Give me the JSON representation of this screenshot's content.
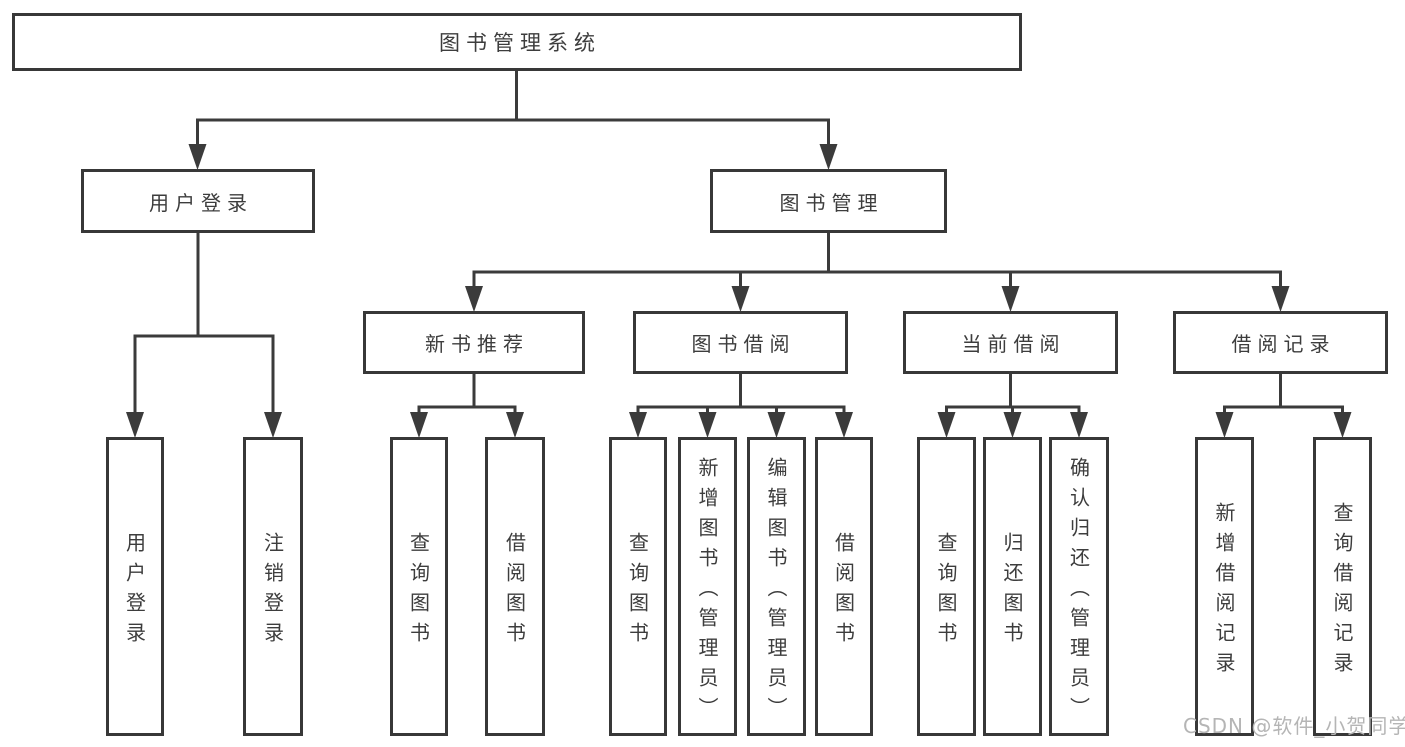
{
  "diagram": {
    "root": {
      "label": "图书管理系统"
    },
    "level2": [
      {
        "label": "用户登录"
      },
      {
        "label": "图书管理"
      }
    ],
    "level3": [
      {
        "label": "新书推荐"
      },
      {
        "label": "图书借阅"
      },
      {
        "label": "当前借阅"
      },
      {
        "label": "借阅记录"
      }
    ],
    "leaves": {
      "user_login": [
        {
          "label": "用户登录"
        },
        {
          "label": "注销登录"
        }
      ],
      "new_book_recommend": [
        {
          "label": "查询图书"
        },
        {
          "label": "借阅图书"
        }
      ],
      "book_borrowing": [
        {
          "label": "查询图书"
        },
        {
          "label": "新增图书（管理员）"
        },
        {
          "label": "编辑图书（管理员）"
        },
        {
          "label": "借阅图书"
        }
      ],
      "current_borrowing": [
        {
          "label": "查询图书"
        },
        {
          "label": "归还图书"
        },
        {
          "label": "确认归还（管理员）"
        }
      ],
      "borrowing_records": [
        {
          "label": "新增借阅记录"
        },
        {
          "label": "查询借阅记录"
        }
      ]
    }
  },
  "watermark": {
    "text": "CSDN @软件_小贺同学"
  },
  "colors": {
    "line": "#3b3b3b",
    "box_border": "#383838",
    "text": "#3d3d3d",
    "background": "#ffffff",
    "watermark": "#b5b5b5"
  }
}
